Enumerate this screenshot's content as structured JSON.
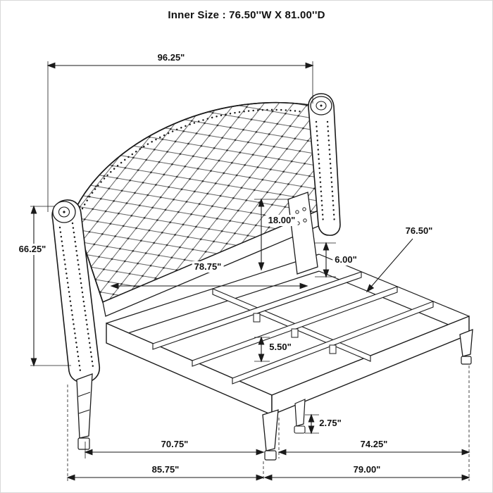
{
  "title": "Inner Size : 76.50''W X 81.00''D",
  "dimensions": {
    "headboard_width": "96.25\"",
    "headboard_height": "66.25\"",
    "headboard_panel_gap": "18.00\"",
    "bracket_height": "6.00\"",
    "slat_length": "76.50\"",
    "inner_headboard_width": "78.75\"",
    "rail_depth": "5.50\"",
    "foot_height": "2.75\"",
    "base_width": "70.75\"",
    "base_depth": "74.25\"",
    "overall_width": "85.75\"",
    "overall_depth": "79.00\""
  },
  "colors": {
    "line": "#1a1a1a",
    "background": "#ffffff"
  }
}
